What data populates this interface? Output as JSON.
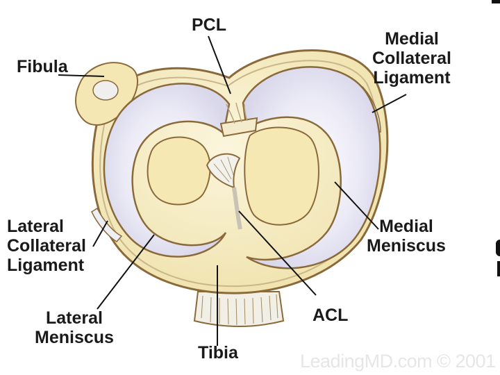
{
  "labels": {
    "pcl": "PCL",
    "fibula": "Fibula",
    "mcl": "Medial\nCollateral\nLigament",
    "lcl": "Lateral\nCollateral\nLigament",
    "medial_meniscus": "Medial\nMeniscus",
    "lateral_meniscus": "Lateral\nMeniscus",
    "acl": "ACL",
    "tibia": "Tibia"
  },
  "watermark": "LeadingMD.com © 2001",
  "colors": {
    "meniscus": "#e9e9f4",
    "bone": "#f6edc4",
    "cartilage": "#f3e7b1",
    "outline": "#8a6a3a",
    "leader": "#111111"
  }
}
